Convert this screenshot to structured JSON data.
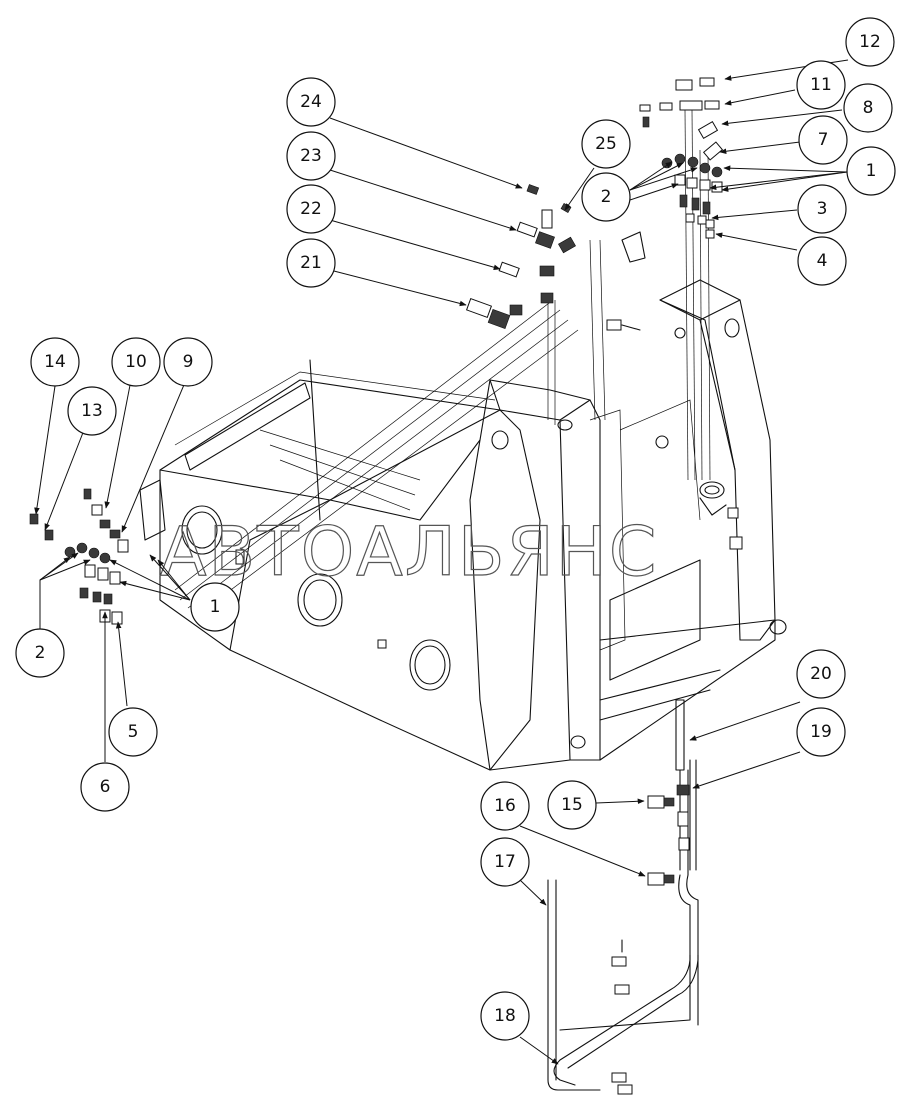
{
  "watermark": "АВТОАЛЬЯНС",
  "callouts": [
    "1",
    "1",
    "2",
    "2",
    "3",
    "4",
    "5",
    "6",
    "7",
    "8",
    "9",
    "10",
    "11",
    "12",
    "13",
    "14",
    "15",
    "16",
    "17",
    "18",
    "19",
    "20",
    "21",
    "22",
    "23",
    "24",
    "25"
  ]
}
